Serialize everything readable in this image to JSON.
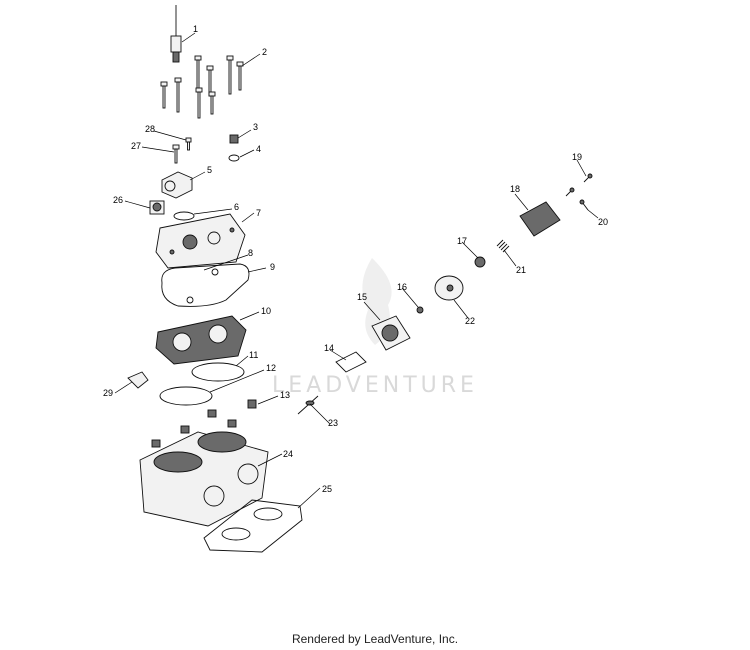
{
  "watermark": "LEADVENTURE",
  "footer": "Rendered by LeadVenture, Inc.",
  "callouts": [
    "1",
    "2",
    "3",
    "4",
    "5",
    "6",
    "7",
    "8",
    "9",
    "10",
    "11",
    "12",
    "13",
    "14",
    "15",
    "16",
    "17",
    "18",
    "19",
    "20",
    "21",
    "22",
    "23",
    "24",
    "25",
    "26",
    "27",
    "28",
    "29"
  ]
}
